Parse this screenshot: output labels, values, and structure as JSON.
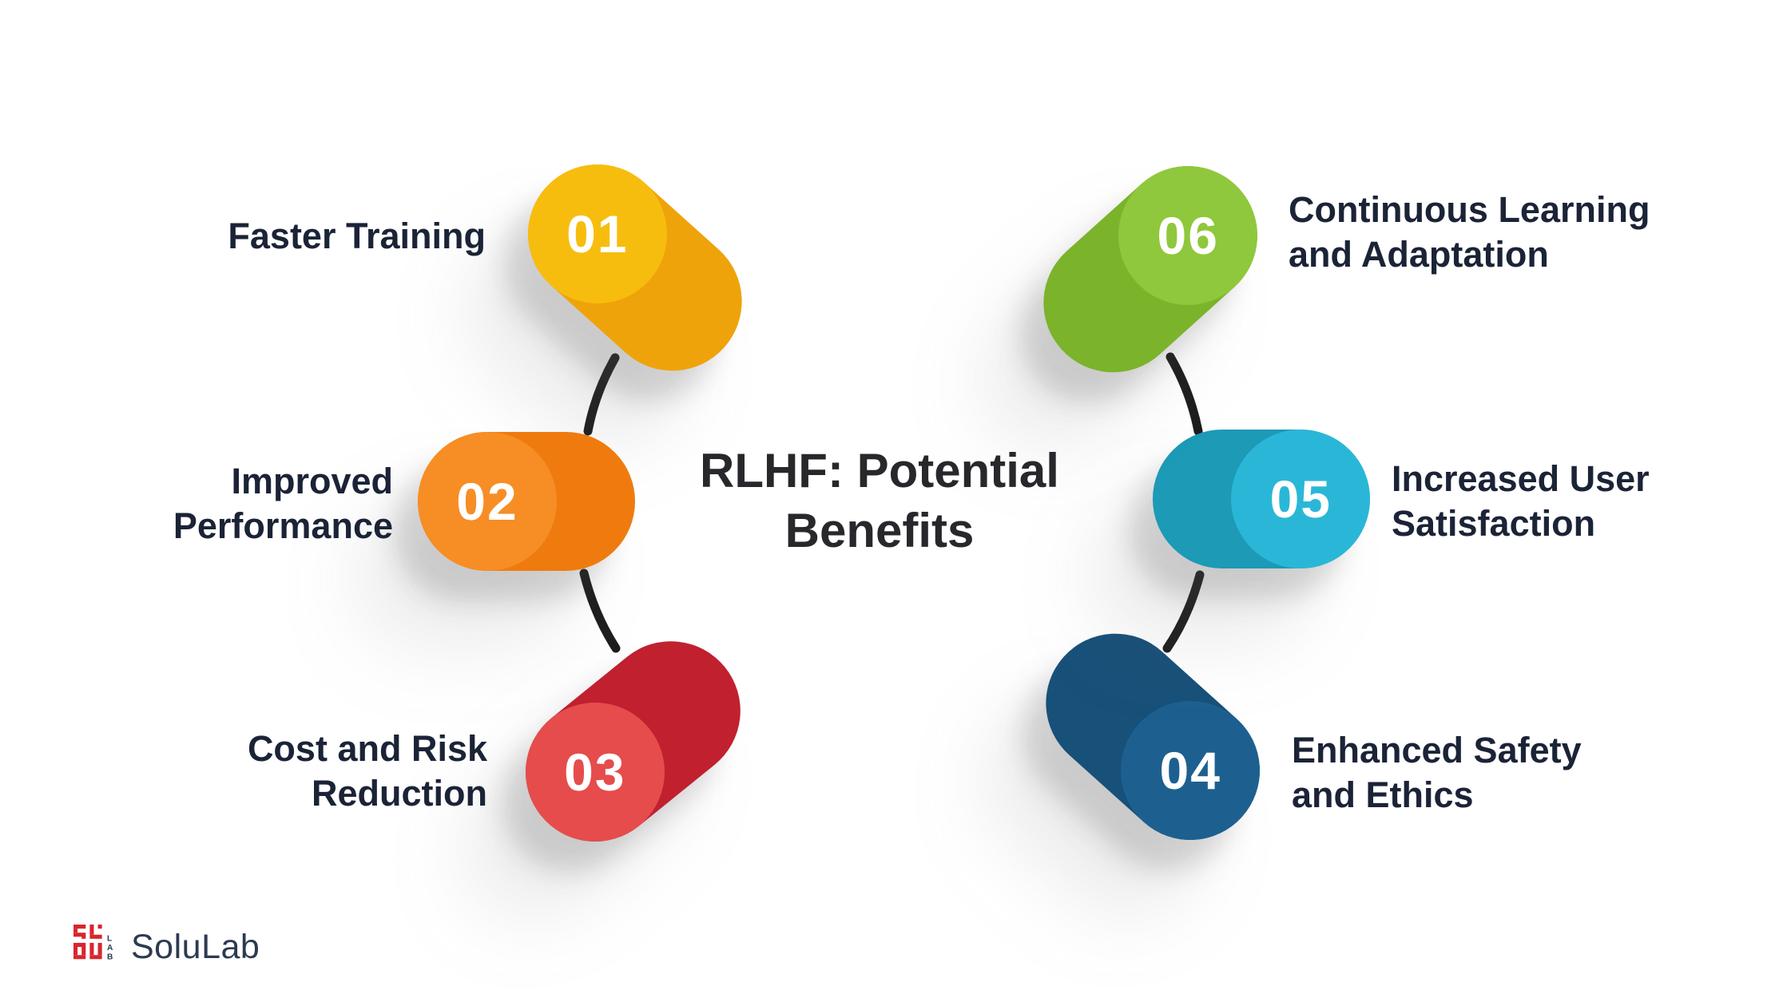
{
  "title": "RLHF: Potential\nBenefits",
  "colors": {
    "background": "#FFFFFF",
    "title": "#28282C",
    "label": "#1B2337",
    "number_text": "#FFFFFF",
    "connector": "#1E1E1E",
    "logo_text": "#2C3B50",
    "logo_mark": "#D8262C"
  },
  "pills": [
    {
      "number": "01",
      "label": "Faster Training",
      "colors": {
        "light": "#F7BD0E",
        "dark": "#EFA30B"
      }
    },
    {
      "number": "02",
      "label": "Improved\nPerformance",
      "colors": {
        "light": "#F78D25",
        "dark": "#EF7B0F"
      }
    },
    {
      "number": "03",
      "label": "Cost and Risk\nReduction",
      "colors": {
        "light": "#E64C4C",
        "dark": "#C1202F"
      }
    },
    {
      "number": "04",
      "label": "Enhanced Safety\nand Ethics",
      "colors": {
        "light": "#1D6090",
        "dark": "#175079"
      }
    },
    {
      "number": "05",
      "label": "Increased User\nSatisfaction",
      "colors": {
        "light": "#2AB7D7",
        "dark": "#1C9AB6"
      }
    },
    {
      "number": "06",
      "label": "Continuous Learning\nand Adaptation",
      "colors": {
        "light": "#8FC83C",
        "dark": "#7BB32B"
      }
    }
  ],
  "logo": {
    "text": "SoluLab",
    "mark_letters": [
      "L",
      "A",
      "B"
    ]
  }
}
